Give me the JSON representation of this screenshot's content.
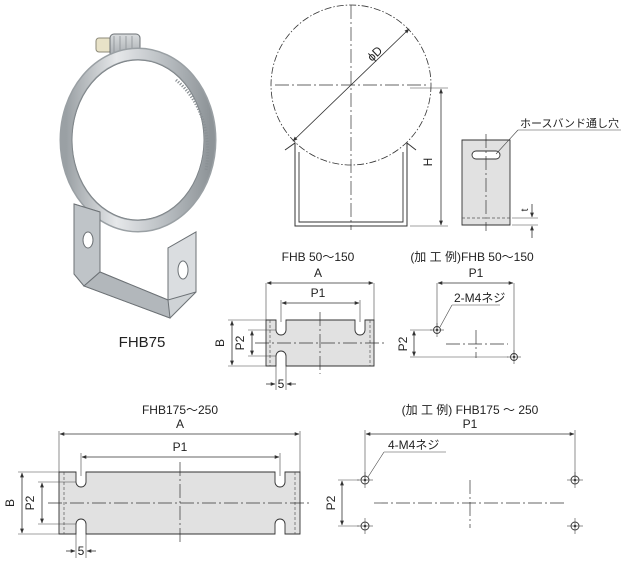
{
  "photo": {
    "caption": "FHB75"
  },
  "side_view": {
    "diameter_label": "ϕD",
    "height_label": "H"
  },
  "bracket_detail": {
    "hole_note": "ホースバンド通し穴",
    "thickness_label": "t"
  },
  "small": {
    "title": "FHB 50～150",
    "label_a": "A",
    "label_p1": "P1",
    "label_b": "B",
    "label_p2": "P2",
    "label_5": "5"
  },
  "small_example": {
    "title": "(加 工 例)FHB 50～150",
    "label_p1": "P1",
    "label_p2": "P2",
    "thread_note": "2-M4ネジ"
  },
  "large": {
    "title": "FHB175～250",
    "label_a": "A",
    "label_p1": "P1",
    "label_b": "B",
    "label_p2": "P2",
    "label_5": "5"
  },
  "large_example": {
    "title": "(加 工 例)  FHB175 ～ 250",
    "label_p1": "P1",
    "label_p2": "P2",
    "thread_note": "4-M4ネジ"
  }
}
